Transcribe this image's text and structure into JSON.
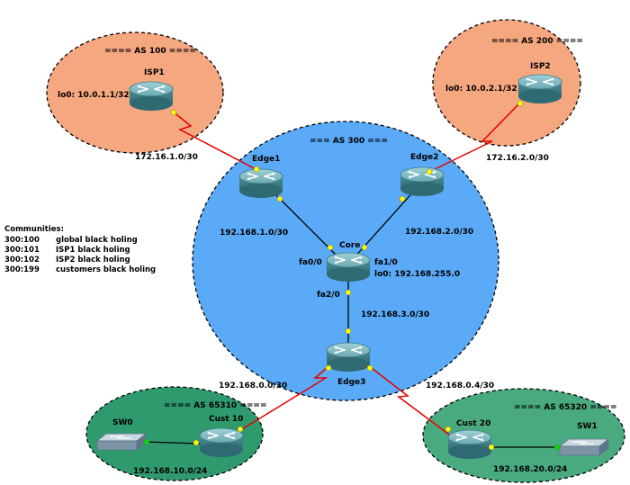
{
  "zones": {
    "as100": "==== AS 100 ====",
    "as200": "==== AS 200 ====",
    "as300": "=== AS 300 ===",
    "as65310": "==== AS 65310 ====",
    "as65320": "==== AS 65320 ===="
  },
  "devices": {
    "isp1": "ISP1",
    "isp2": "ISP2",
    "edge1": "Edge1",
    "edge2": "Edge2",
    "core": "Core",
    "edge3": "Edge3",
    "cust10": "Cust 10",
    "cust20": "Cust 20",
    "sw0": "SW0",
    "sw1": "SW1"
  },
  "loopbacks": {
    "isp1": "lo0: 10.0.1.1/32",
    "isp2": "lo0: 10.0.2.1/32",
    "core": "lo0: 192.168.255.0"
  },
  "interfaces": {
    "fa00": "fa0/0",
    "fa10": "fa1/0",
    "fa20": "fa2/0"
  },
  "subnets": {
    "isp1_edge1": "172.16.1.0/30",
    "isp2_edge2": "172.16.2.0/30",
    "edge1_core": "192.168.1.0/30",
    "edge2_core": "192.168.2.0/30",
    "core_edge3": "192.168.3.0/30",
    "edge3_cust10": "192.168.0.0/30",
    "edge3_cust20": "192.168.0.4/30",
    "cust10_lan": "192.168.10.0/24",
    "cust20_lan": "192.168.20.0/24"
  },
  "communities": {
    "title": "Communities:",
    "items": [
      {
        "code": "300:100",
        "desc": "global black holing"
      },
      {
        "code": "300:101",
        "desc": "ISP1 black holing"
      },
      {
        "code": "300:102",
        "desc": "ISP2 black holing"
      },
      {
        "code": "300:199",
        "desc": "customers black holing"
      }
    ]
  },
  "colors": {
    "isp_fill": "#f5a77f",
    "core_fill": "#5aaaf8",
    "cust_fill": "#2f9a6e",
    "cust20_fill": "#4aaa7f",
    "serial_link": "#e60000",
    "ethernet_link": "#000000",
    "port_up": "#ffff00",
    "port_lan": "#00dd00",
    "router_body": "#4f8f98"
  }
}
